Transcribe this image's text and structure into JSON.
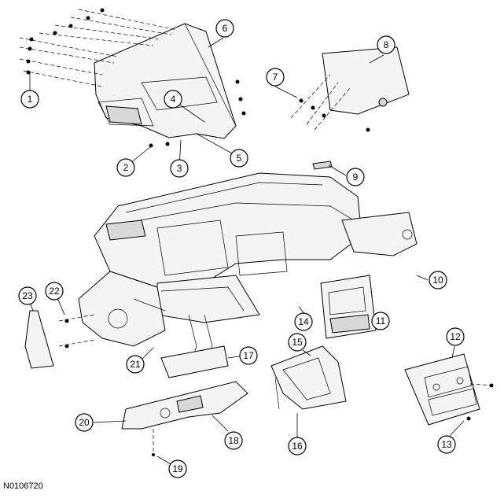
{
  "figure_id": "N0106720",
  "callouts": [
    "1",
    "2",
    "3",
    "4",
    "5",
    "6",
    "7",
    "8",
    "9",
    "10",
    "11",
    "12",
    "13",
    "14",
    "15",
    "16",
    "17",
    "18",
    "19",
    "20",
    "21",
    "22",
    "23"
  ]
}
